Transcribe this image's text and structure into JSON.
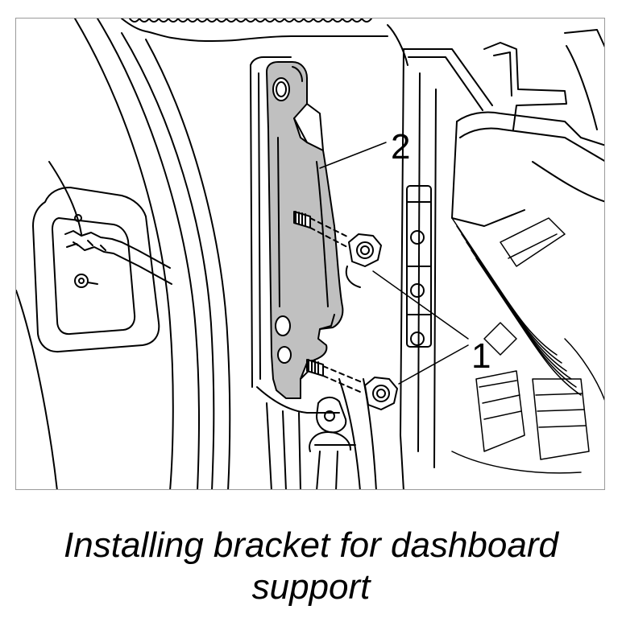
{
  "figure": {
    "callouts": {
      "nut_label": "1",
      "bracket_label": "2"
    },
    "colors": {
      "line": "#000000",
      "bracket_fill": "#c0c0c0",
      "frame_border": "#9a9a9a"
    }
  },
  "caption": {
    "line1": "Installing bracket for dashboard",
    "line2": "support"
  }
}
